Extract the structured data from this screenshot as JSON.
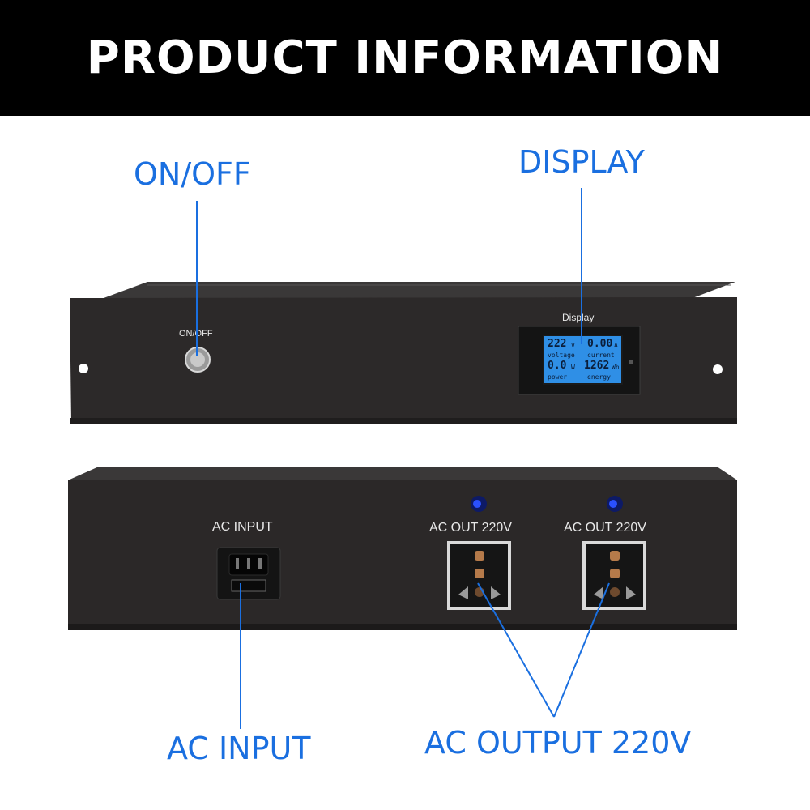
{
  "header": {
    "title": "PRODUCT INFORMATION"
  },
  "callouts": {
    "on_off": "ON/OFF",
    "display": "DISPLAY",
    "ac_input": "AC INPUT",
    "ac_output": "AC OUTPUT 220V"
  },
  "front_panel": {
    "on_off_label": "ON/OFF",
    "display_label": "Display",
    "lcd": {
      "voltage_value": "222",
      "voltage_unit": "V",
      "voltage_label": "voltage",
      "current_value": "0.00",
      "current_unit": "A",
      "current_label": "current",
      "power_value": "0.0",
      "power_unit": "W",
      "power_label": "power",
      "energy_value": "1262",
      "energy_unit": "Wh",
      "energy_label": "energy"
    }
  },
  "rear_panel": {
    "ac_input_label": "AC  INPUT",
    "ac_out_label_1": "AC  OUT  220V",
    "ac_out_label_2": "AC  OUT  220V"
  },
  "colors": {
    "accent": "#1a6fe0",
    "header_bg": "#000000",
    "chassis": "#2b2828"
  }
}
